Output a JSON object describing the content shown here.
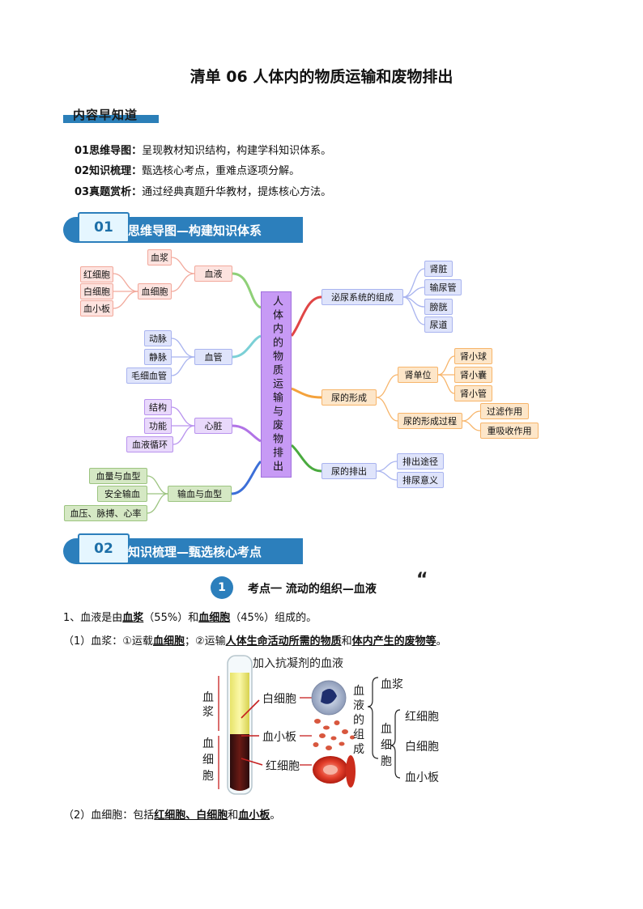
{
  "title": "清单 06  人体内的物质运输和废物排出",
  "section_label": "内容早知道",
  "intro": [
    {
      "head": "01思维导图：",
      "text": "呈现教材知识结构，构建学科知识体系。"
    },
    {
      "head": "02知识梳理：",
      "text": "甄选核心考点，重难点逐项分解。"
    },
    {
      "head": "03真题赏析：",
      "text": "通过经典真题升华教材，提炼核心方法。"
    }
  ],
  "banner1": {
    "num": "01",
    "label": "思维导图—构建知识体系"
  },
  "banner2": {
    "num": "02",
    "label": "知识梳理—甄选核心考点"
  },
  "mindmap": {
    "center": "人体内的物质运输与废物排出",
    "left": {
      "blood": {
        "label": "血液",
        "plasma": "血浆",
        "cells": "血细胞",
        "cell_items": [
          "红细胞",
          "白细胞",
          "血小板"
        ]
      },
      "vessel": {
        "label": "血管",
        "items": [
          "动脉",
          "静脉",
          "毛细血管"
        ]
      },
      "heart": {
        "label": "心脏",
        "items": [
          "结构",
          "功能",
          "血液循环"
        ]
      },
      "transfusion": {
        "label": "输血与血型",
        "items": [
          "血量与血型",
          "安全输血",
          "血压、脉搏、心率"
        ]
      }
    },
    "right": {
      "urinary": {
        "label": "泌尿系统的组成",
        "items": [
          "肾脏",
          "输尿管",
          "膀胱",
          "尿道"
        ]
      },
      "formation": {
        "label": "尿的形成",
        "unit": "肾单位",
        "unit_items": [
          "肾小球",
          "肾小囊",
          "肾小管"
        ],
        "process": "尿的形成过程",
        "process_items": [
          "过滤作用",
          "重吸收作用"
        ]
      },
      "excretion": {
        "label": "尿的排出",
        "items": [
          "排出途径",
          "排尿意义"
        ]
      }
    }
  },
  "kp1": {
    "num": "1",
    "title": "考点一   流动的组织—血液",
    "quote": "“"
  },
  "p1": {
    "a": "1、血液是由",
    "b": "血浆",
    "c": "（55%）和",
    "d": "血细胞",
    "e": "（45%）组成的。"
  },
  "p2": {
    "a": "（1）血浆：①运载",
    "b": "血细胞",
    "c": "；②运输",
    "d": "人体生命活动所需的物质",
    "e": "和",
    "f": "体内产生的废物等",
    "g": "。"
  },
  "figure": {
    "top": "加入抗凝剂的血液",
    "plasma": "血浆",
    "cells": "血细胞",
    "wbc": "白细胞",
    "platelet": "血小板",
    "rbc": "红细胞",
    "comp_title": "血液的组成",
    "comp_plasma": "血浆",
    "comp_cells": "血细胞",
    "comp_items": [
      "红细胞",
      "白细胞",
      "血小板"
    ]
  },
  "p3": {
    "a": "（2）血细胞：包括",
    "b": "红细胞、白细胞",
    "c": "和",
    "d": "血小板",
    "e": "。"
  }
}
